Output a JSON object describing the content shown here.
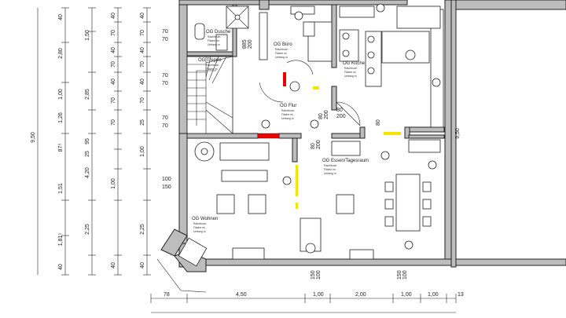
{
  "left_dims_outer": [
    "9,50"
  ],
  "left_dims_col1": [
    "2,80",
    "2,85",
    "4,20",
    "1,51",
    "1,81⁵"
  ],
  "left_dims_col2": [
    "1,50",
    "1,00",
    "1,26",
    "87⁵",
    "2,25",
    "40",
    "40"
  ],
  "left_dims_col3": [
    "40",
    "70",
    "40",
    "70",
    "40",
    "70",
    "70",
    "95",
    "25",
    "1,00",
    "40"
  ],
  "left_dims_col4": [
    "40",
    "70",
    "40",
    "70",
    "40",
    "70",
    "25",
    "1,00",
    "2,25",
    "40"
  ],
  "window_dims": [
    "70",
    "70",
    "70",
    "70",
    "70",
    "70",
    "100",
    "150"
  ],
  "bottom_dims": [
    "78",
    "4,50",
    "1,00",
    "2,00",
    "1,00",
    "1,00",
    "13"
  ],
  "bottom_window_dims": [
    "150",
    "100",
    "150",
    "100"
  ],
  "rooms": {
    "dusche": "OG Dusche",
    "buero": "OG Büro",
    "kueche": "OG Küche",
    "treppe": "OG Treppe",
    "flur": "OG Flur",
    "essen": "OG Essen/Tagesraum",
    "wohnen": "OG Wohnen"
  },
  "room_meta": {
    "line1": "Raumbuch",
    "line2": "Fläche m²",
    "line3": "Umfang m"
  },
  "door_dims": [
    "885",
    "200",
    "80",
    "200",
    "80",
    "200",
    "80",
    "200",
    "80"
  ],
  "right_dim": "9,50"
}
